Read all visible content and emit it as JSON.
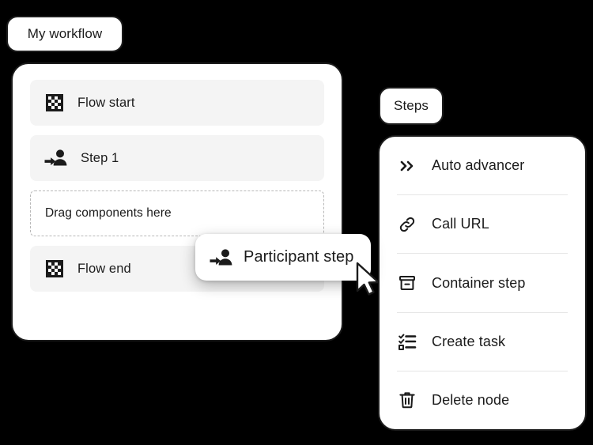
{
  "canvas": {
    "background_color": "#000000",
    "card_background": "#ffffff",
    "row_background": "#f4f4f4",
    "outline_color": "#1b1b1b",
    "divider_color": "#e6e6e6",
    "text_color": "#1b1b1b"
  },
  "workflow": {
    "pill_label": "My workflow",
    "nodes": [
      {
        "label": "Flow start",
        "icon": "checkered-flag-icon",
        "type": "node"
      },
      {
        "label": "Step 1",
        "icon": "participant-step-icon",
        "type": "node"
      },
      {
        "label": "Drag components here",
        "icon": "none",
        "type": "dropzone"
      },
      {
        "label": "Flow end",
        "icon": "checkered-flag-icon",
        "type": "node"
      }
    ]
  },
  "drag_chip": {
    "label": "Participant step",
    "icon": "participant-step-icon"
  },
  "cursor": {
    "icon": "mouse-pointer-icon"
  },
  "steps_menu": {
    "pill_label": "Steps",
    "items": [
      {
        "label": "Auto advancer",
        "icon": "double-chevron-right-icon"
      },
      {
        "label": "Call URL",
        "icon": "link-icon"
      },
      {
        "label": "Container step",
        "icon": "container-icon"
      },
      {
        "label": "Create task",
        "icon": "checklist-icon"
      },
      {
        "label": "Delete node",
        "icon": "trash-icon"
      }
    ]
  }
}
